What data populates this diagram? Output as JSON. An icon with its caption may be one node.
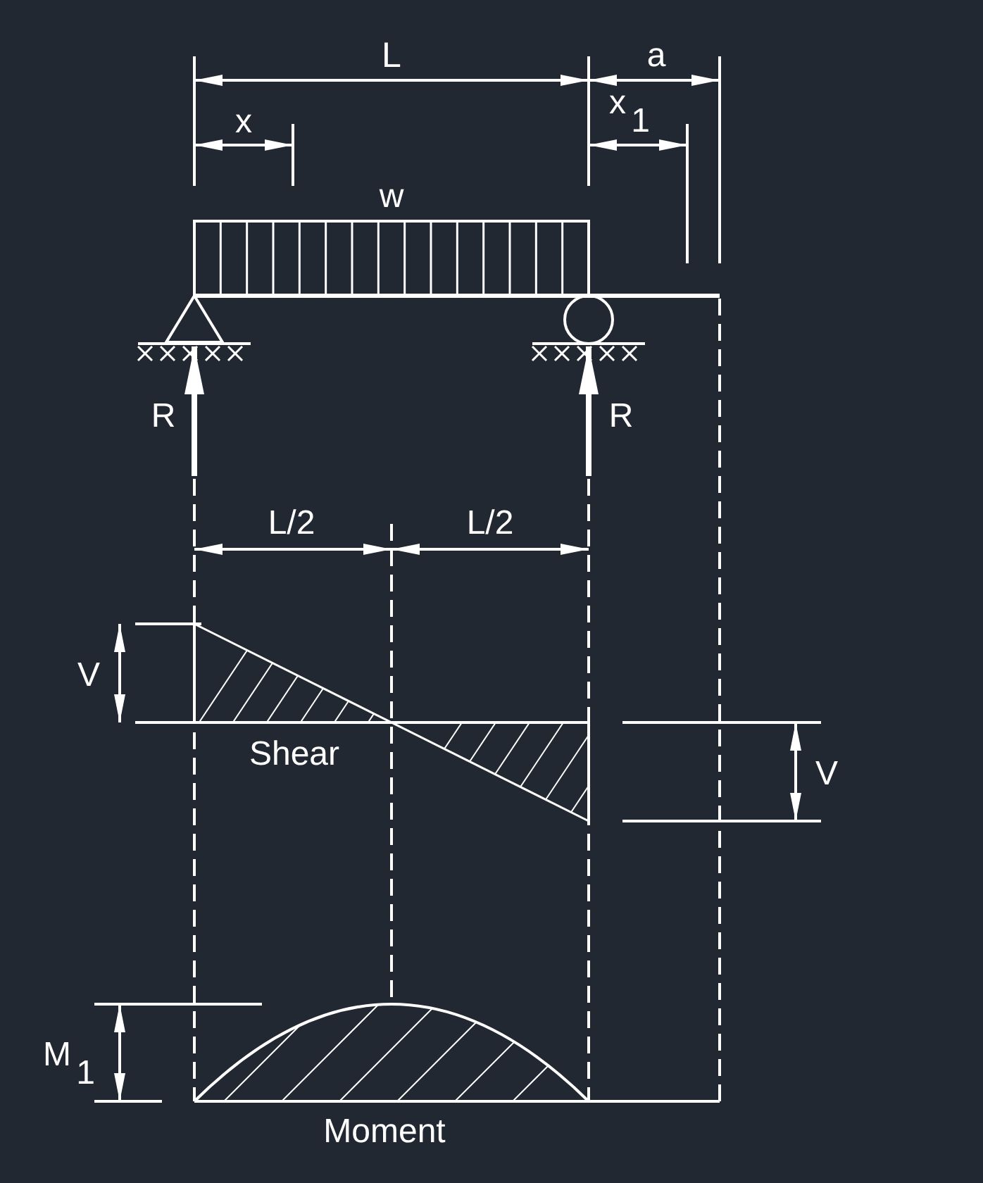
{
  "diagram": {
    "labels": [
      "L",
      "a",
      "x",
      "x$_{1}$",
      "w",
      "R",
      "R",
      "L/2",
      "L/2",
      "V",
      "Shear",
      "V",
      "M$_{1}$",
      "Moment"
    ]
  }
}
